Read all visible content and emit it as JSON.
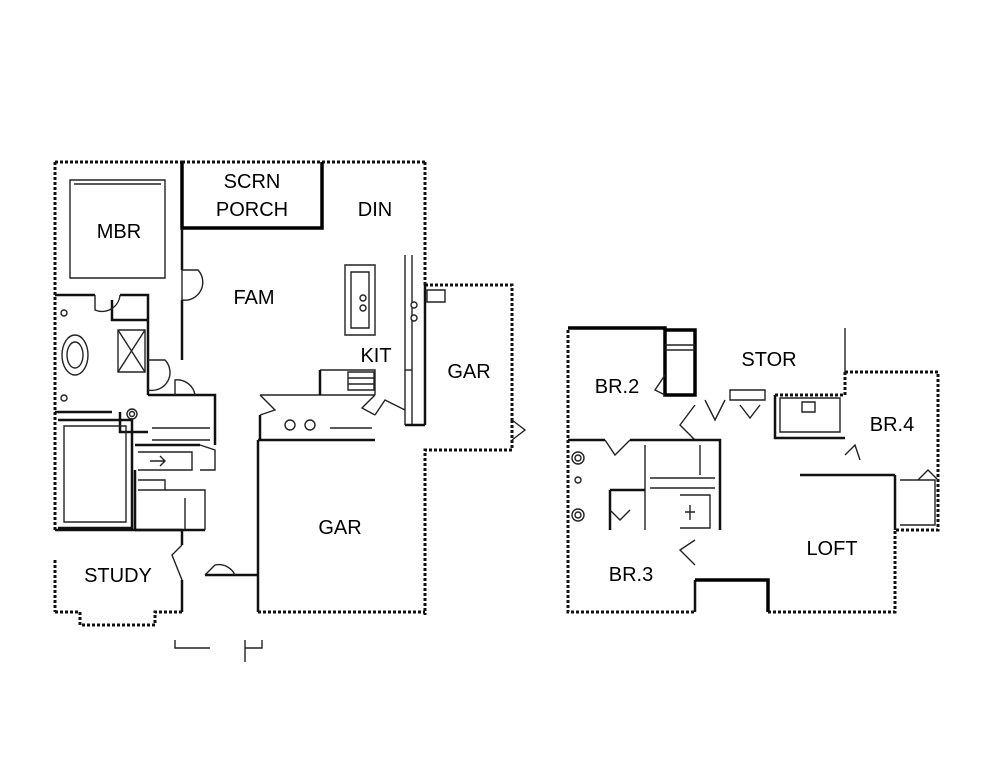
{
  "floor_plan": {
    "first_floor": {
      "rooms": {
        "mbr": "MBR",
        "scrn_porch_line1": "SCRN",
        "scrn_porch_line2": "PORCH",
        "din": "DIN",
        "fam": "FAM",
        "kit": "KIT",
        "gar_side": "GAR",
        "gar_main": "GAR",
        "study": "STUDY"
      }
    },
    "second_floor": {
      "rooms": {
        "br2": "BR.2",
        "stor": "STOR",
        "br4": "BR.4",
        "br3": "BR.3",
        "loft": "LOFT"
      }
    }
  }
}
